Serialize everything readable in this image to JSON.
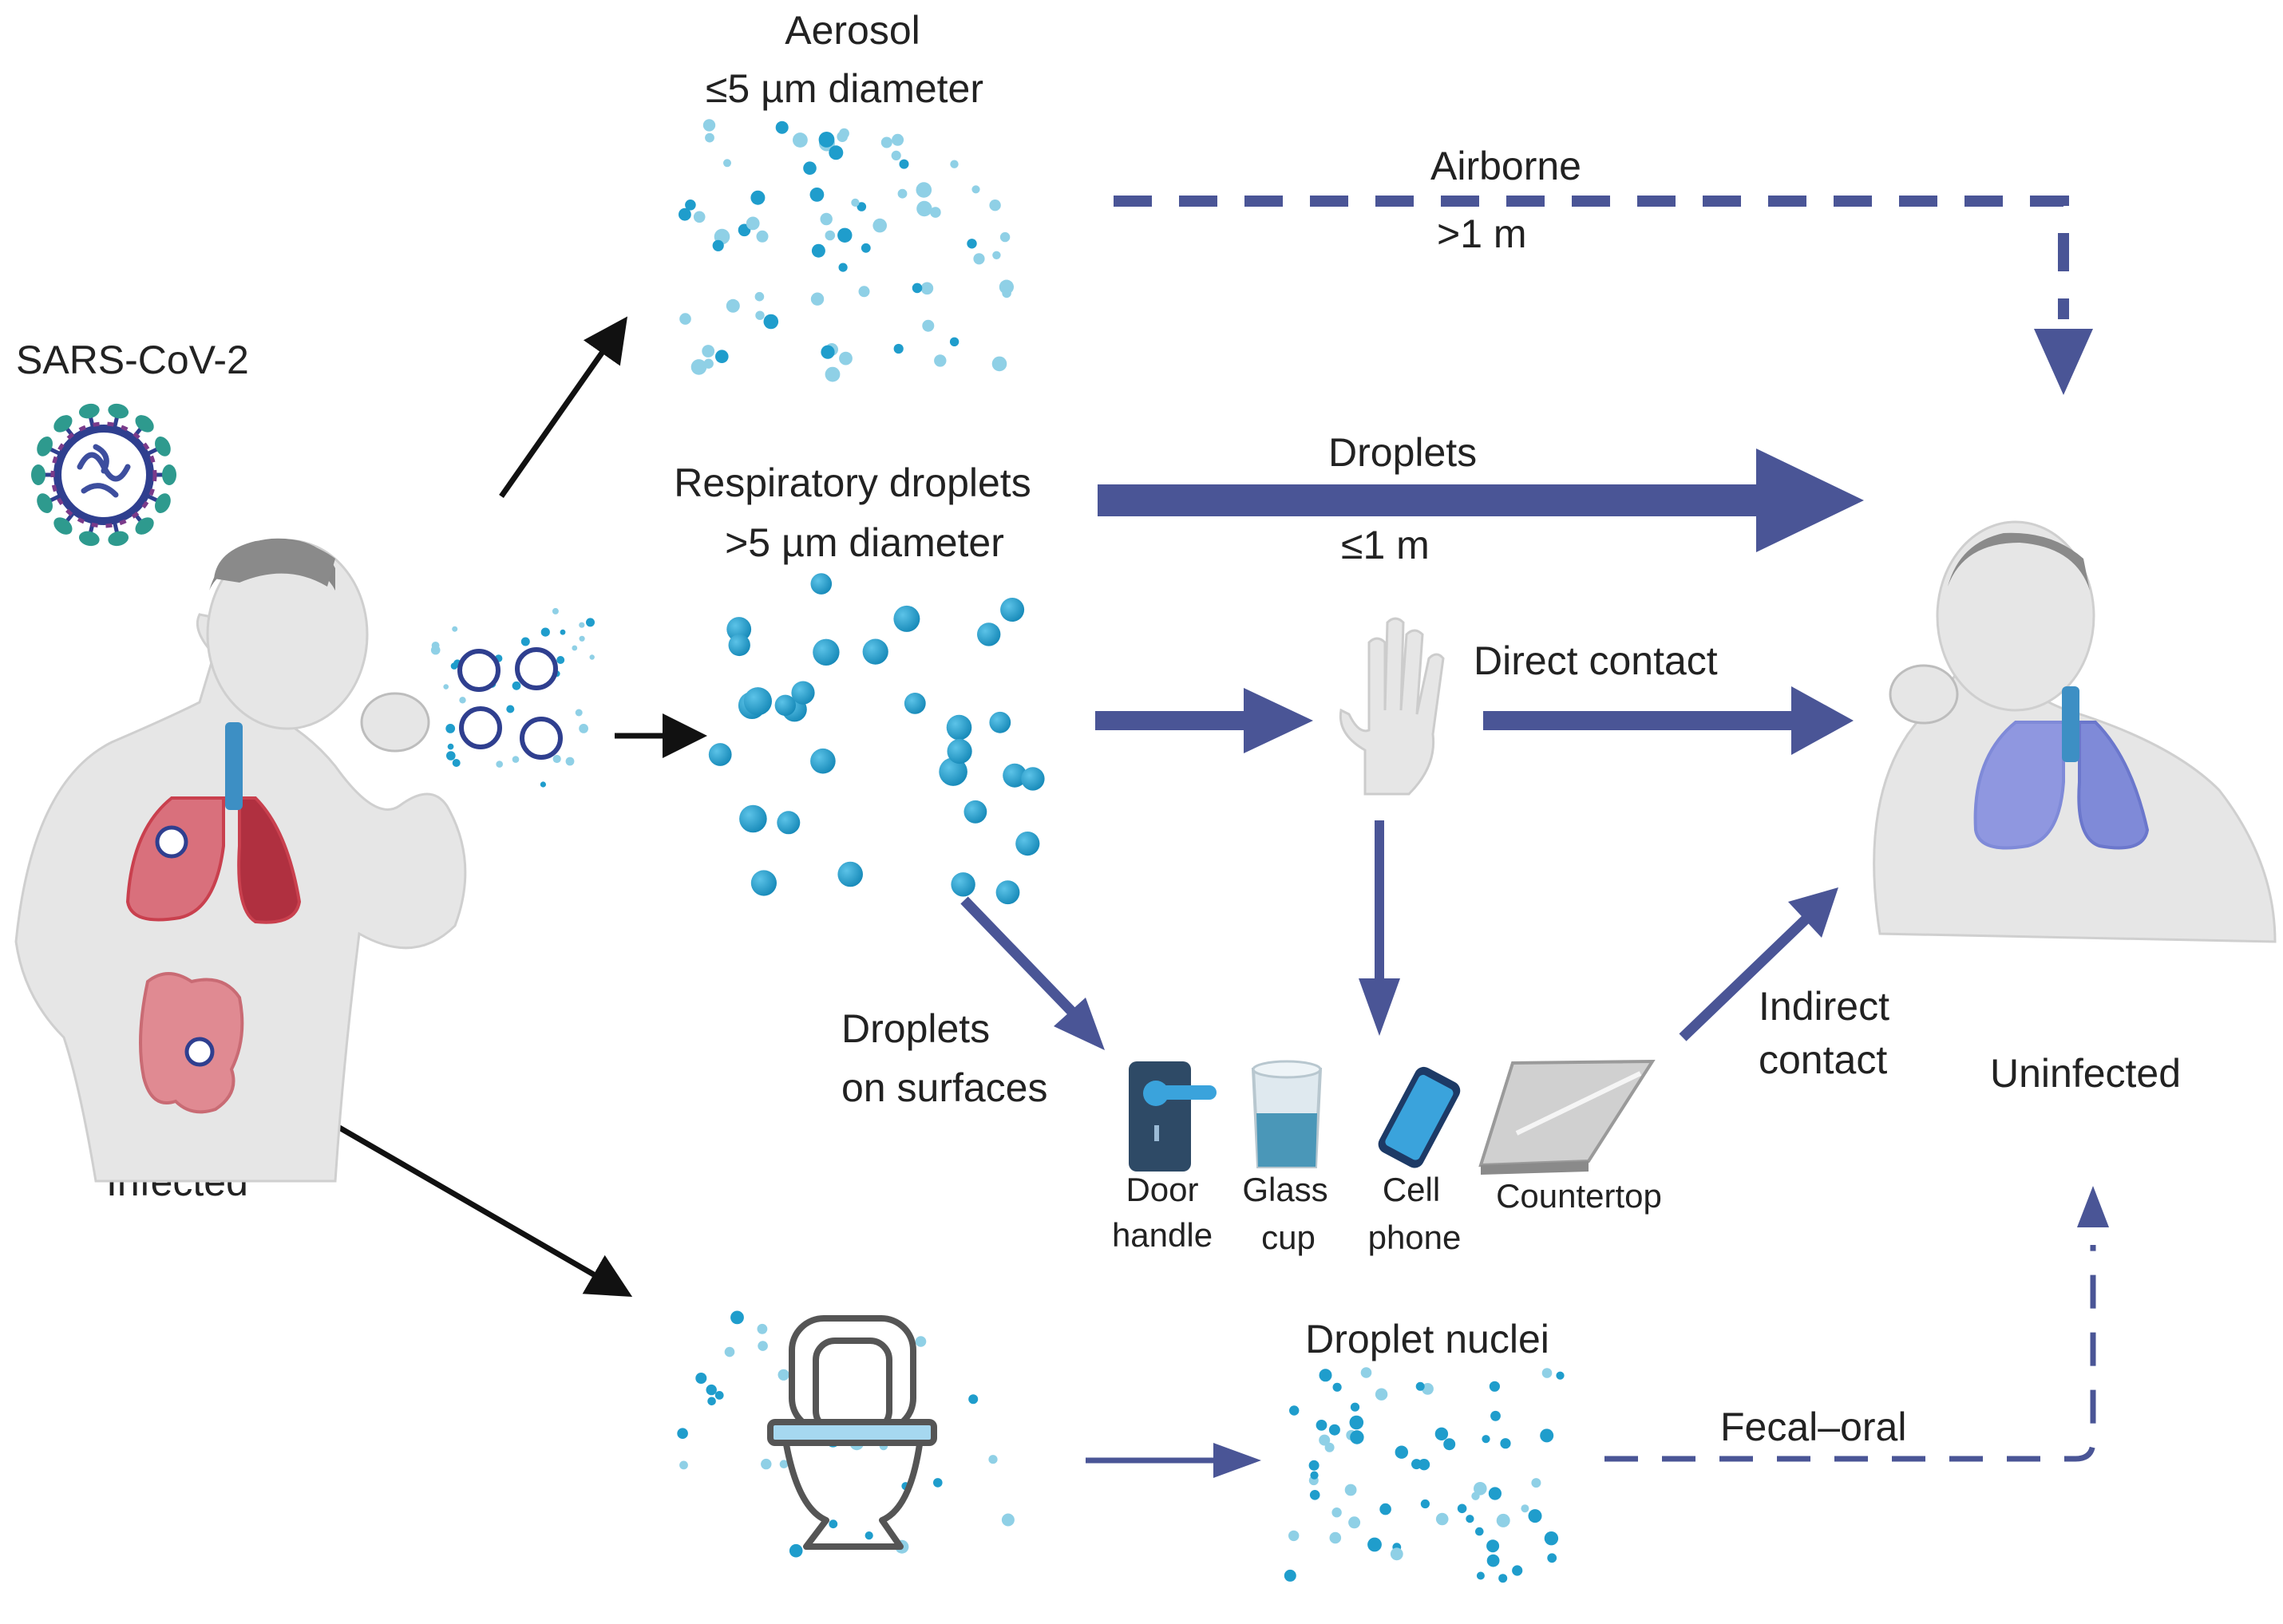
{
  "virus_label": "SARS-CoV-2",
  "infected_label": "Infected",
  "uninfected_label": "Uninfected",
  "aerosol": {
    "line1": "Aerosol",
    "line2": "≤5 µm diameter"
  },
  "respiratory": {
    "line1": "Respiratory droplets",
    "line2": ">5 µm diameter"
  },
  "airborne": {
    "label": "Airborne",
    "distance": ">1 m"
  },
  "droplets": {
    "label": "Droplets",
    "distance": "≤1 m"
  },
  "direct_contact": "Direct contact",
  "surfaces": {
    "line1": "Droplets",
    "line2": "on surfaces"
  },
  "indirect": {
    "line1": "Indirect",
    "line2": "contact"
  },
  "objects": {
    "door": {
      "line1": "Door",
      "line2": "handle"
    },
    "glass": {
      "line1": "Glass",
      "line2": "cup"
    },
    "phone": {
      "line1": "Cell",
      "line2": "phone"
    },
    "counter": {
      "line1": "Countertop"
    }
  },
  "droplet_nuclei": "Droplet nuclei",
  "fecal_oral": "Fecal–oral",
  "colors": {
    "route_arrow": "#4a5596",
    "black_arrow": "#111111",
    "droplet_dark": "#1f9dcc",
    "droplet_light": "#8fd0e6",
    "lung_infected": "#c9404e",
    "lung_uninfected": "#7f8ad8",
    "skin": "#e6e6e6"
  }
}
